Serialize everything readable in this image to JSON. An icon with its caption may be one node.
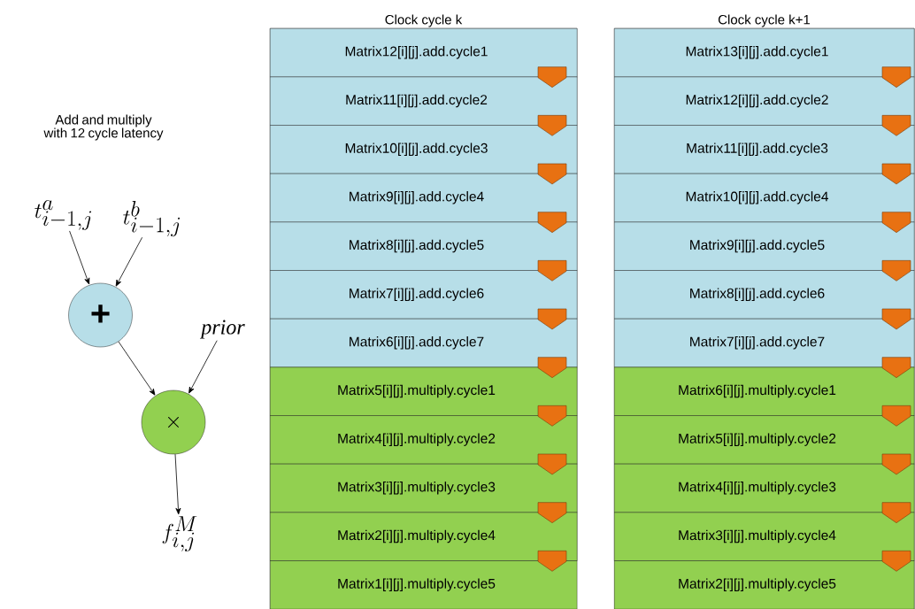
{
  "diagram": {
    "nodes": [
      {
        "text": [
          "t^{a}_{i-1,j}"
        ]
      },
      {
        "text": [
          "t^{b}_{i-1,j}"
        ]
      },
      {
        "text": [
          "+"
        ]
      },
      {
        "text": [
          "prior"
        ]
      },
      {
        "text": [
          "\\times"
        ]
      },
      {
        "text": [
          "f^{M}_{i,j}"
        ]
      },
      {
        "text": [
          "Clock cycle k"
        ]
      },
      {
        "text": [
          "Matrix12[i][j].add.cycle1"
        ],
        "in": 6
      },
      {
        "text": [
          "Matrix11[i][j].add.cycle2"
        ],
        "in": 6
      },
      {
        "text": [
          "Matrix10[i][j].add.cycle3"
        ],
        "in": 6
      },
      {
        "text": [
          "Matrix9[i][j].add.cycle4"
        ],
        "in": 6
      },
      {
        "text": [
          "Matrix8[i][j].add.cycle5"
        ],
        "in": 6
      },
      {
        "text": [
          "Matrix7[i][j].add.cycle6"
        ],
        "in": 6
      },
      {
        "text": [
          "Matrix6[i][j].add.cycle7"
        ],
        "in": 6
      },
      {
        "text": [
          "Matrix5[i][j].multiply.cycle1"
        ],
        "in": 6
      },
      {
        "text": [
          "Matrix4[i][j].multiply.cycle2"
        ],
        "in": 6
      },
      {
        "text": [
          "Matrix3[i][j].multiply.cycle3"
        ],
        "in": 6
      },
      {
        "text": [
          "Matrix2[i][j].multiply.cycle4"
        ],
        "in": 6
      },
      {
        "text": [
          "Matrix1[i][j].multiply.cycle5"
        ],
        "in": 6
      },
      {
        "text": [
          "Clock cycle k+1"
        ]
      },
      {
        "text": [
          "Matrix13[i][j].add.cycle1"
        ],
        "in": 19
      },
      {
        "text": [
          "Matrix12[i][j].add.cycle2"
        ],
        "in": 19
      },
      {
        "text": [
          "Matrix11[i][j].add.cycle3"
        ],
        "in": 19
      },
      {
        "text": [
          "Matrix10[i][j].add.cycle4"
        ],
        "in": 19
      },
      {
        "text": [
          "Matrix9[i][j].add.cycle5"
        ],
        "in": 19
      },
      {
        "text": [
          "Matrix8[i][j].add.cycle6"
        ],
        "in": 19
      },
      {
        "text": [
          "Matrix7[i][j].add.cycle7"
        ],
        "in": 19
      },
      {
        "text": [
          "Matrix6[i][j].multiply.cycle1"
        ],
        "in": 19
      },
      {
        "text": [
          "Matrix5[i][j].multiply.cycle2"
        ],
        "in": 19
      },
      {
        "text": [
          "Matrix4[i][j].multiply.cycle3"
        ],
        "in": 19
      },
      {
        "text": [
          "Matrix3[i][j].multiply.cycle4"
        ],
        "in": 19
      },
      {
        "text": [
          "Matrix2[i][j].multiply.cycle5"
        ],
        "in": 19
      }
    ],
    "edges": [
      {
        "from": 0,
        "to": 2,
        "arrow": "to"
      },
      {
        "from": 1,
        "to": 2,
        "arrow": "to"
      },
      {
        "from": 2,
        "to": 4,
        "arrow": "to"
      },
      {
        "from": 3,
        "to": 4,
        "arrow": "to"
      },
      {
        "from": 4,
        "to": 5,
        "arrow": "to"
      }
    ],
    "labels": [
      "Add and multiply with 12 cycle latency"
    ]
  }
}
